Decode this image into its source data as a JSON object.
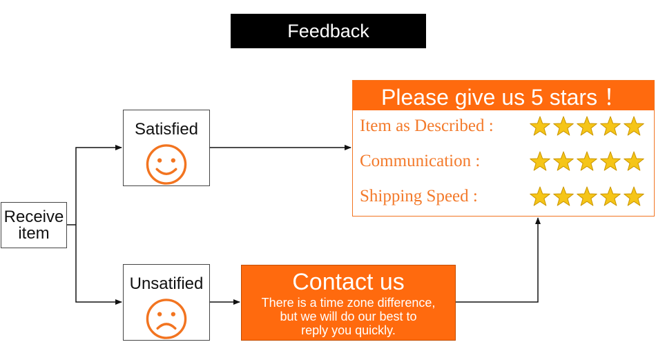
{
  "title": "Feedback",
  "receive": {
    "line1": "Receive",
    "line2": "item"
  },
  "satisfied": {
    "label": "Satisfied"
  },
  "unsatisfied": {
    "label": "Unsatified"
  },
  "contact": {
    "title": "Contact us",
    "line1": "There is a time zone difference,",
    "line2": "but we will do our best to",
    "line3": "reply you quickly."
  },
  "rating": {
    "header": "Please give us 5 stars ！",
    "rows": [
      {
        "label": "Item as Described :",
        "stars": 5
      },
      {
        "label": "Communication :",
        "stars": 5
      },
      {
        "label": "Shipping Speed :",
        "stars": 5
      }
    ]
  },
  "colors": {
    "accent": "#ff6a0e",
    "star": "#f5c518",
    "black": "#000000"
  }
}
